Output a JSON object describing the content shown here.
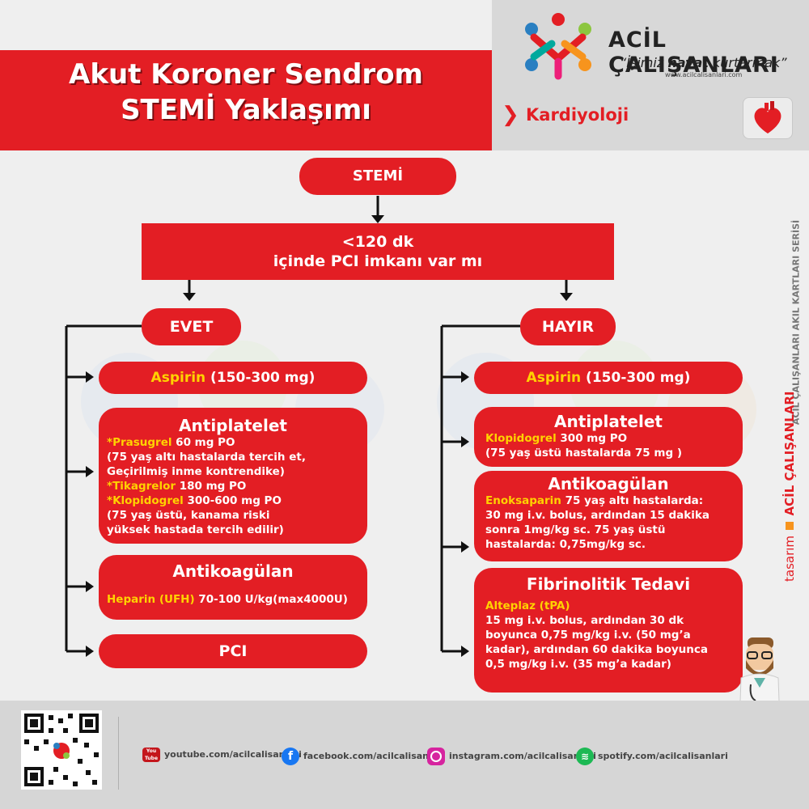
{
  "header": {
    "title_line1": "Akut Koroner Sendrom",
    "title_line2": "STEMİ Yaklaşımı",
    "category": "Kardiyoloji"
  },
  "brand": {
    "name": "ACİL ÇALIŞANLARI",
    "slogan_pre": "“İşimiz ",
    "slogan_bold": "hayat",
    "slogan_post": " kurtarmak”",
    "url": "www.acilcalisanlari.com"
  },
  "flow": {
    "start": "STEMİ",
    "question_line1": "<120 dk",
    "question_line2": "içinde PCI imkanı var mı",
    "yes": {
      "label": "EVET",
      "aspirin_drug": "Aspirin",
      "aspirin_dose": " (150-300 mg)",
      "antiplatelet_title": "Antiplatelet",
      "prasugrel_star": "*",
      "prasugrel_drug": "Prasugrel",
      "prasugrel_dose": " 60 mg PO",
      "prasugrel_note1": "(75 yaş altı hastalarda tercih et,",
      "prasugrel_note2": "Geçirilmiş inme kontrendike)",
      "tikagrelor_star": "*",
      "tikagrelor_drug": "Tikagrelor",
      "tikagrelor_dose": " 180 mg PO",
      "klopidogrel_star": "*",
      "klopidogrel_drug": "Klopidogrel",
      "klopidogrel_dose": " 300-600 mg PO",
      "klopidogrel_note1": "(75 yaş üstü, kanama riski",
      "klopidogrel_note2": "yüksek hastada tercih edilir)",
      "anticoag_title": "Antikoagülan",
      "heparin_drug": "Heparin (UFH)",
      "heparin_dose": " 70-100 U/kg(max4000U)",
      "pci": "PCI"
    },
    "no": {
      "label": "HAYIR",
      "aspirin_drug": "Aspirin",
      "aspirin_dose": " (150-300 mg)",
      "antiplatelet_title": "Antiplatelet",
      "klopidogrel_drug": "Klopidogrel",
      "klopidogrel_dose": " 300 mg PO",
      "klopidogrel_note": "(75 yaş üstü hastalarda 75 mg )",
      "anticoag_title": "Antikoagülan",
      "enoks_drug": "Enoksaparin",
      "enoks_text1": " 75 yaş altı hastalarda:",
      "enoks_text2": "30 mg i.v. bolus, ardından 15 dakika",
      "enoks_text3": "sonra 1mg/kg sc. 75 yaş üstü",
      "enoks_text4": "hastalarda: 0,75mg/kg sc.",
      "fibrin_title": "Fibrinolitik Tedavi",
      "alteplaz_drug": "Alteplaz (tPA)",
      "alteplaz_text1": "15 mg i.v. bolus, ardından 30 dk",
      "alteplaz_text2": "boyunca 0,75 mg/kg i.v. (50 mg’a",
      "alteplaz_text3": "kadar), ardından 60 dakika boyunca",
      "alteplaz_text4": "0,5 mg/kg i.v. (35 mg’a kadar)"
    }
  },
  "side": {
    "series": "ACİL ÇALIŞANLARI AKIL KARTLARI SERİSİ",
    "design_label": "tasarım",
    "design_brand": "ACİL ÇALIŞANLARI"
  },
  "footer": {
    "youtube_icon_text": "You Tube",
    "youtube": "youtube.com/acilcalisanlari",
    "facebook": "facebook.com/acilcalisanlari",
    "instagram": "instagram.com/acilcalisanlari",
    "spotify": "spotify.com/acilcalisanlari"
  },
  "colors": {
    "red": "#e31e24",
    "highlight": "#ffd200",
    "gray_panel": "#d8d8d8"
  }
}
